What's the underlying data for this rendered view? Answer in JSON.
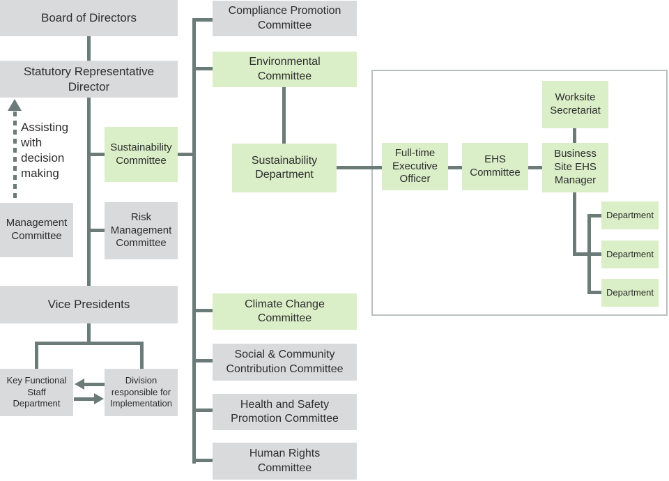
{
  "colors": {
    "box_gray": "#d9dadc",
    "box_green": "#daeec7",
    "connector": "#6b7b78",
    "panel_border": "#b9bfbf",
    "text": "#2d2d2d"
  },
  "nodes": {
    "board_of_directors": {
      "label": "Board of Directors"
    },
    "statutory_representative_director": {
      "label": "Statutory Representative\nDirector"
    },
    "management_committee": {
      "label": "Management\nCommittee"
    },
    "sustainability_committee": {
      "label": "Sustainability\nCommittee"
    },
    "risk_management_committee": {
      "label": "Risk\nManagement\nCommittee"
    },
    "vice_presidents": {
      "label": "Vice Presidents"
    },
    "key_functional_staff_department": {
      "label": "Key Functional\nStaff\nDepartment"
    },
    "division_responsible_for_implementation": {
      "label": "Division\nresponsible for\nImplementation"
    },
    "compliance_promotion_committee": {
      "label": "Compliance Promotion\nCommittee"
    },
    "environmental_committee": {
      "label": "Environmental\nCommittee"
    },
    "sustainability_department": {
      "label": "Sustainability\nDepartment"
    },
    "climate_change_committee": {
      "label": "Climate Change\nCommittee"
    },
    "social_community_contribution_committee": {
      "label": "Social & Community\nContribution Committee"
    },
    "health_safety_promotion_committee": {
      "label": "Health and Safety\nPromotion Committee"
    },
    "human_rights_committee": {
      "label": "Human Rights\nCommittee"
    },
    "full_time_executive_officer": {
      "label": "Full-time\nExecutive\nOfficer"
    },
    "ehs_committee": {
      "label": "EHS\nCommittee"
    },
    "worksite_secretariat": {
      "label": "Worksite\nSecretariat"
    },
    "business_site_ehs_manager": {
      "label": "Business\nSite EHS\nManager"
    },
    "department_1": {
      "label": "Department"
    },
    "department_2": {
      "label": "Department"
    },
    "department_3": {
      "label": "Department"
    }
  },
  "annotations": {
    "assisting": "Assisting\nwith\ndecision\nmaking"
  }
}
